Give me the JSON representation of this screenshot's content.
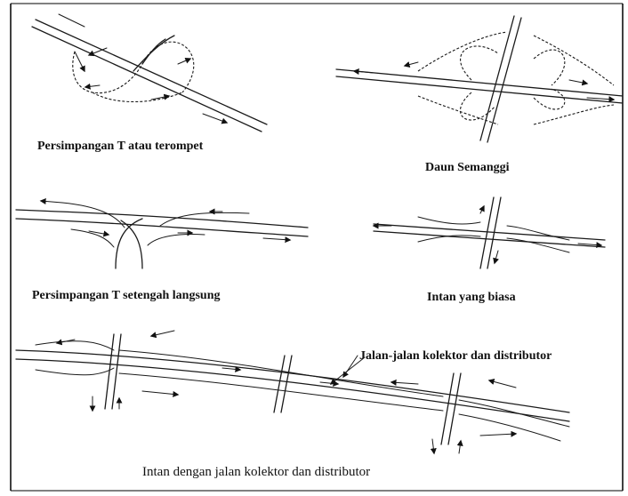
{
  "diagrams": [
    {
      "id": "trumpet",
      "caption": "Persimpangan T atau terompet"
    },
    {
      "id": "cloverleaf",
      "caption": "Daun Semanggi"
    },
    {
      "id": "semi-direct-t",
      "caption": "Persimpangan T setengah langsung"
    },
    {
      "id": "diamond",
      "caption": "Intan yang biasa"
    },
    {
      "id": "collector-distributor",
      "caption": "Intan dengan jalan kolektor dan distributor"
    }
  ],
  "annotation": {
    "label": "Jalan-jalan kolektor dan distributor"
  },
  "colors": {
    "line": "#1a1a1a",
    "background": "#ffffff",
    "frame": "#000000"
  }
}
